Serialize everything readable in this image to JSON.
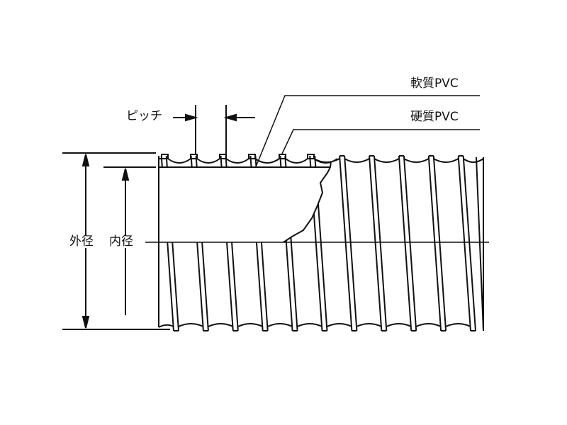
{
  "labels": {
    "soft_pvc": "軟質PVC",
    "hard_pvc": "硬質PVC",
    "pitch": "ピッチ",
    "outer_diameter": "外径",
    "inner_diameter": "内径"
  },
  "colors": {
    "line": "#111111",
    "background": "#ffffff"
  }
}
